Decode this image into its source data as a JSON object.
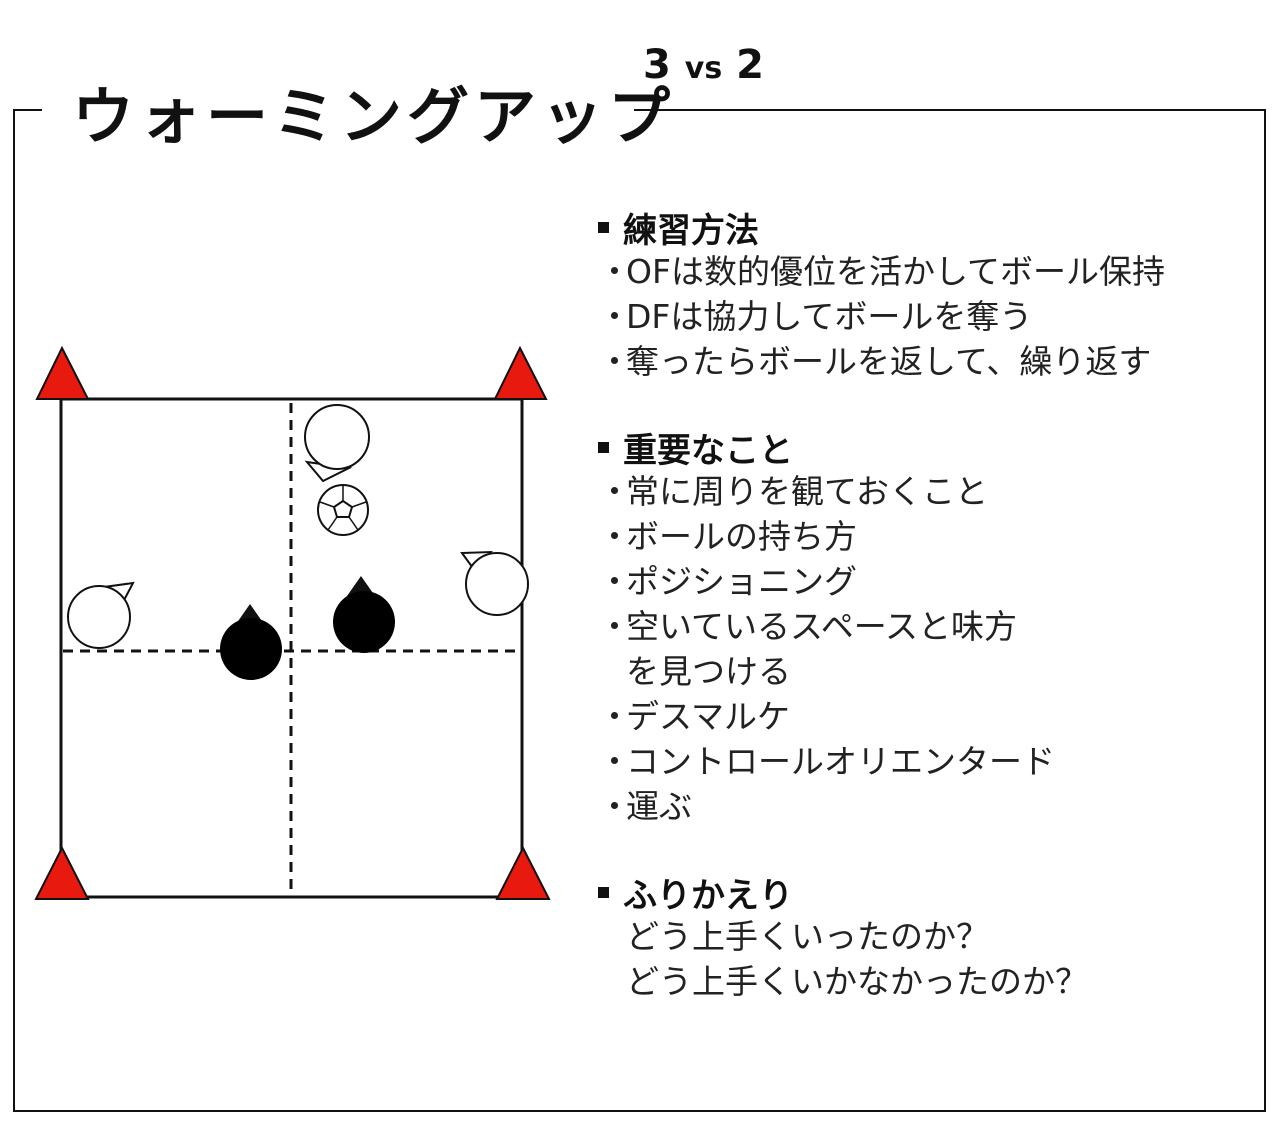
{
  "title": "ウォーミングアップ",
  "subtitle": {
    "main": "3",
    "vs": "vs",
    "tail": "2"
  },
  "colors": {
    "cone": "#e8190f",
    "frame": "#111111",
    "attacker": "#000000",
    "defender": "#ffffff"
  },
  "bullet": "・",
  "sections": {
    "method": {
      "heading": "練習方法",
      "items": [
        "OFは数的優位を活かしてボール保持",
        "DFは協力してボールを奪う",
        "奪ったらボールを返して、繰り返す"
      ]
    },
    "important": {
      "heading": "重要なこと",
      "items": [
        "常に周りを観ておくこと",
        "ボールの持ち方",
        "ポジショニング",
        "空いているスペースと味方",
        "を見つける",
        "デスマルケ",
        "コントロールオリエンタード",
        "運ぶ"
      ]
    },
    "reflection": {
      "heading": "ふりかえり",
      "items": [
        "どう上手くいったのか？",
        "どう上手くいかなかったのか？"
      ]
    }
  },
  "diagram": {
    "cones": [
      "corner-top-left",
      "corner-top-right",
      "corner-bottom-left",
      "corner-bottom-right"
    ],
    "players": {
      "defenders": 3,
      "attackers": 2
    },
    "ball": "soccer-ball-icon"
  }
}
